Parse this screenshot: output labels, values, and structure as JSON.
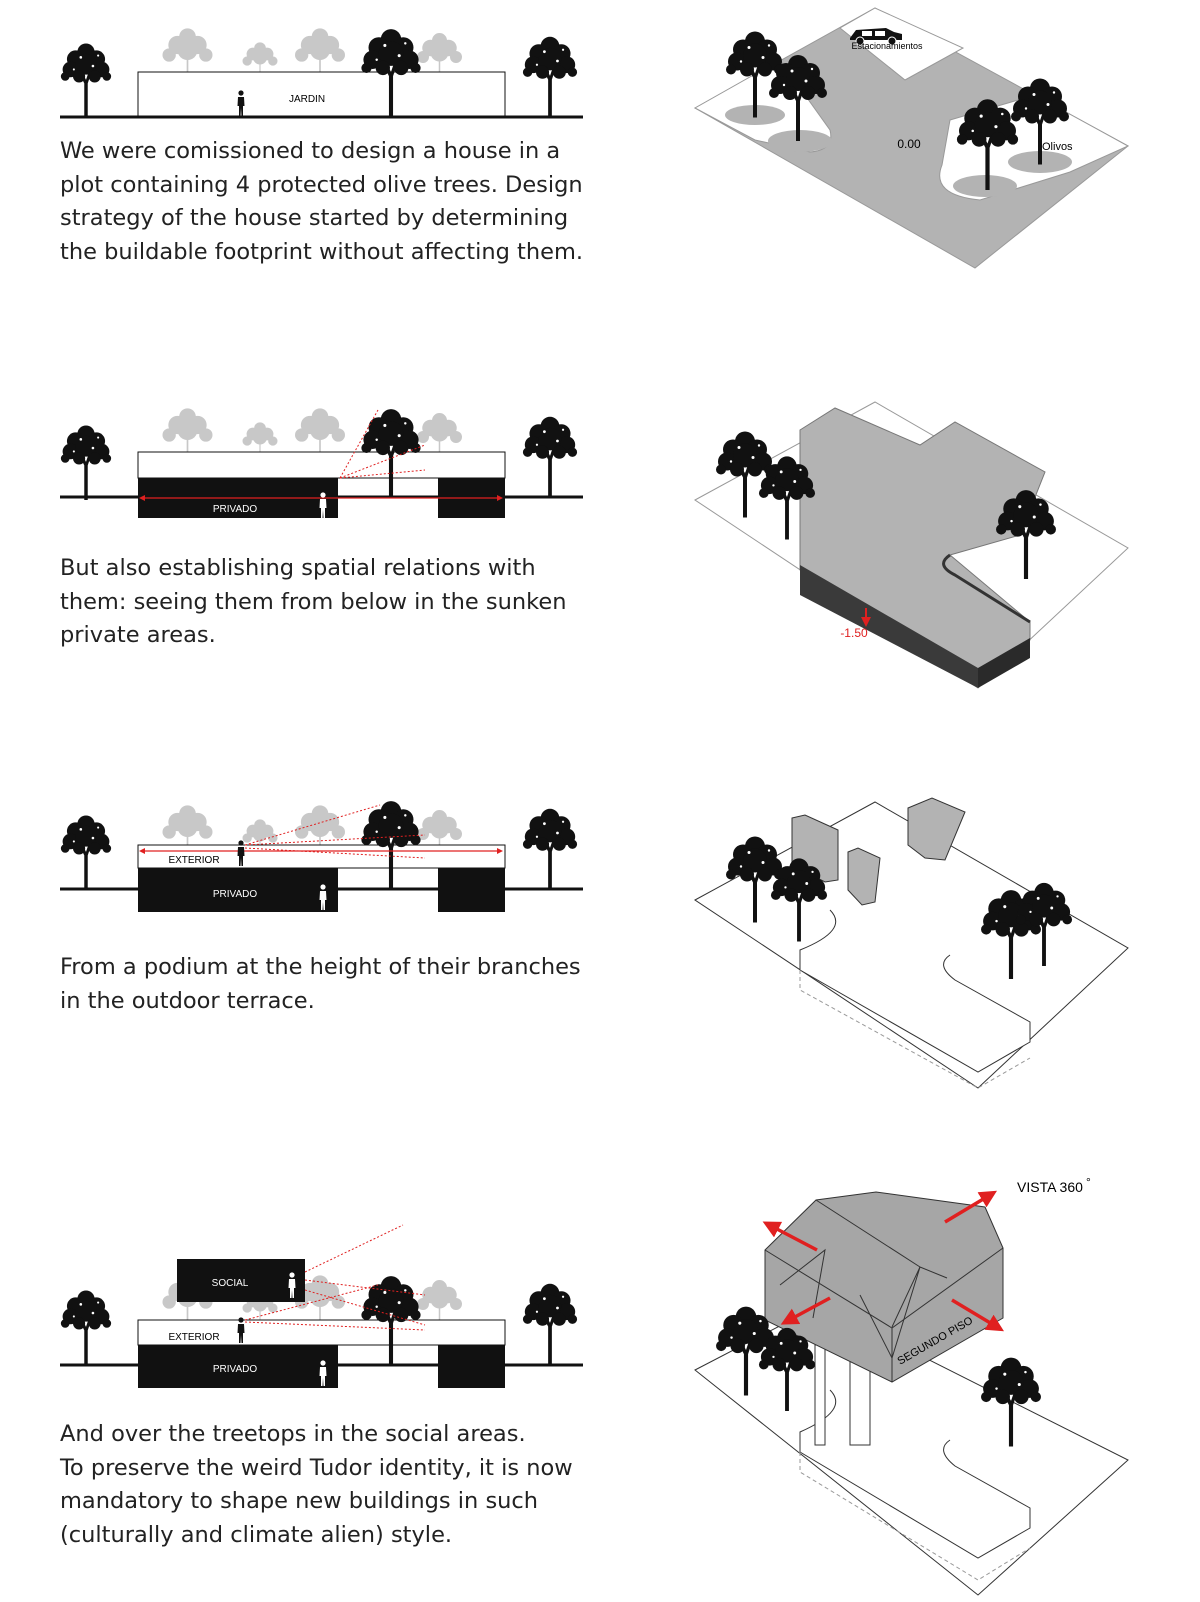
{
  "colors": {
    "accent_red": "#e02020",
    "grey_fill": "#b3b3b3",
    "dark_fill": "#3a3a3a",
    "black": "#111111"
  },
  "sections": [
    {
      "section_labels": {
        "garden": "JARDIN"
      },
      "text_lines": [
        "We were comissioned to design a house in a",
        "plot containing 4 protected olive trees. Design",
        "strategy of the house started by determining",
        "the buildable footprint without affecting them."
      ],
      "axo_labels": {
        "parking": "Estacionamientos",
        "level": "0.00",
        "trees": "Olivos"
      }
    },
    {
      "section_labels": {
        "private": "PRIVADO"
      },
      "text_lines": [
        "But also establishing spatial relations with",
        "them: seeing them from below in the sunken",
        "private areas."
      ],
      "axo_labels": {
        "level": "-1.50"
      }
    },
    {
      "section_labels": {
        "exterior": "EXTERIOR",
        "private": "PRIVADO"
      },
      "text_lines": [
        "From a podium at the height of their branches",
        "in the outdoor terrace."
      ]
    },
    {
      "section_labels": {
        "social": "SOCIAL",
        "exterior": "EXTERIOR",
        "private": "PRIVADO"
      },
      "text_lines": [
        "And over the treetops in the social areas.",
        "To preserve the weird Tudor identity, it is now",
        "mandatory to shape new buildings in such",
        "(culturally and climate alien) style."
      ],
      "axo_labels": {
        "view": "VISTA 360",
        "degree": "°",
        "floor": "SEGUNDO PISO"
      }
    }
  ]
}
